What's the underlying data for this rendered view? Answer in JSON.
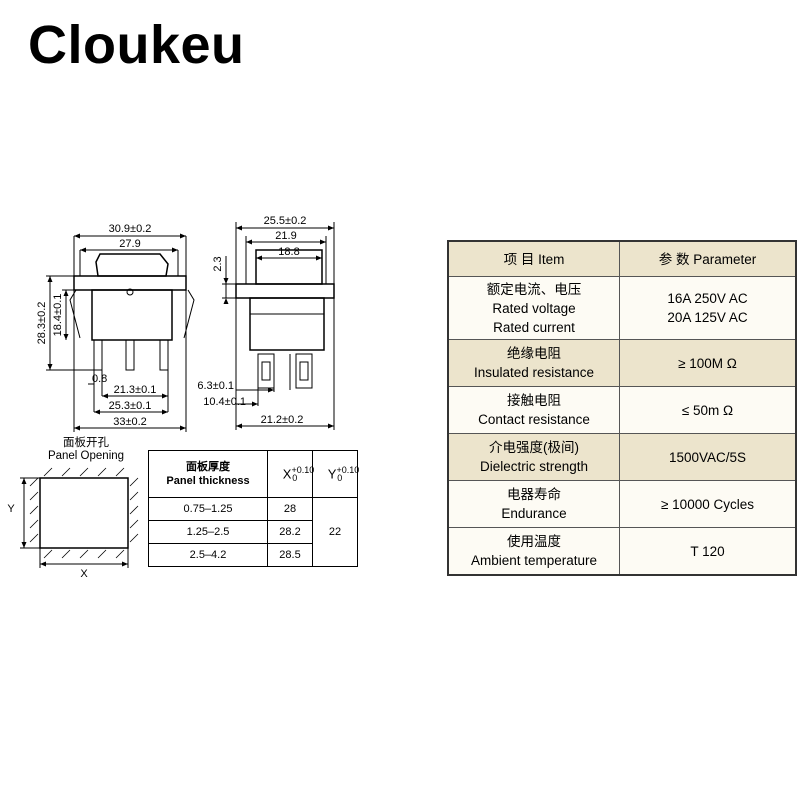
{
  "brand": "Cloukeu",
  "diagram": {
    "front_dims": [
      "30.9±0.2",
      "27.9",
      "28.3±0.2",
      "18.4±0.1",
      "0.8",
      "21.3±0.1",
      "25.3±0.1",
      "33±0.2"
    ],
    "side_dims": [
      "25.5±0.2",
      "21.9",
      "18.8",
      "2.3",
      "6.3±0.1",
      "10.4±0.1",
      "21.2±0.2"
    ],
    "panel_axis_x": "X",
    "panel_axis_y": "Y"
  },
  "panel_opening": {
    "title_cn": "面板开孔",
    "title_en": "Panel Opening"
  },
  "panel_table": {
    "header_cn": "面板厚度",
    "header_en": "Panel thickness",
    "col_x": "X",
    "col_x_tol_top": "+0.10",
    "col_x_tol_bottom": "0",
    "col_y": "Y",
    "col_y_tol_top": "+0.10",
    "col_y_tol_bottom": "0",
    "rows": [
      {
        "thickness": "0.75–1.25",
        "x": "28"
      },
      {
        "thickness": "1.25–2.5",
        "x": "28.2"
      },
      {
        "thickness": "2.5–4.2",
        "x": "28.5"
      }
    ],
    "y_value": "22"
  },
  "spec_table": {
    "header_item": "项 目  Item",
    "header_param": "参 数  Parameter",
    "rows": [
      {
        "item_cn": "额定电流、电压",
        "item_en": "Rated voltage",
        "item_en2": "Rated current",
        "param": "16A   250V AC",
        "param2": "20A 125V AC"
      },
      {
        "item_cn": "绝缘电阻",
        "item_en": "Insulated resistance",
        "param": "≥ 100M Ω"
      },
      {
        "item_cn": "接触电阻",
        "item_en": "Contact resistance",
        "param": "≤ 50m Ω"
      },
      {
        "item_cn": "介电强度(极间)",
        "item_en": "Dielectric strength",
        "param": "1500VAC/5S"
      },
      {
        "item_cn": "电器寿命",
        "item_en": "Endurance",
        "param": "≥ 10000 Cycles"
      },
      {
        "item_cn": "使用温度",
        "item_en": "Ambient temperature",
        "param": "T 120"
      }
    ]
  }
}
